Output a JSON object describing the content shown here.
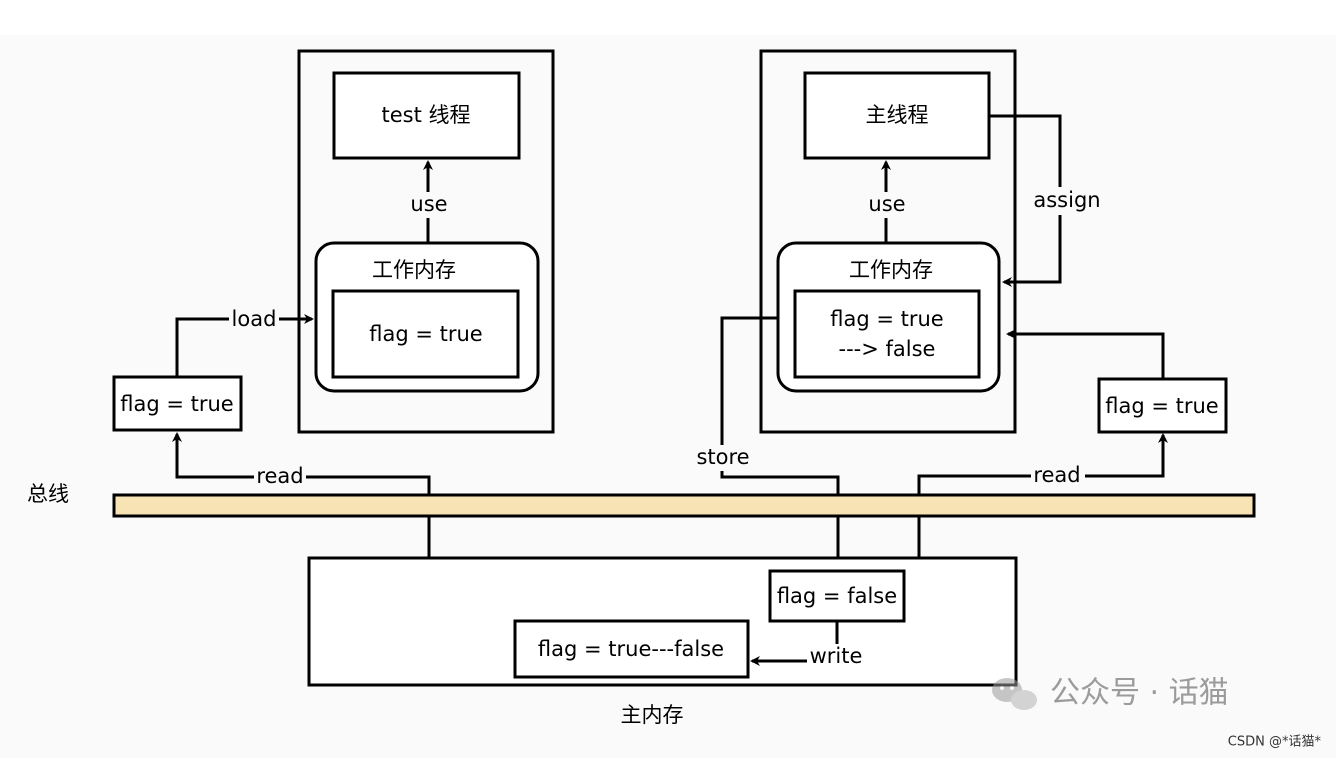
{
  "bus_label": "总线",
  "main_memory_label": "主内存",
  "threads": [
    {
      "title": "test 线程",
      "work_memory_label": "工作内存",
      "work_memory_value": [
        "flag = true"
      ],
      "use_label": "use"
    },
    {
      "title": "主线程",
      "work_memory_label": "工作内存",
      "work_memory_value": [
        "flag = true",
        "---> false"
      ],
      "use_label": "use"
    }
  ],
  "edges": {
    "load": "load",
    "read_left": "read",
    "read_right": "read",
    "store": "store",
    "assign": "assign",
    "write": "write"
  },
  "copies": {
    "left": "flag = true",
    "right": "flag = true"
  },
  "main_memory": {
    "incoming": "flag = false",
    "result": "flag = true---false"
  },
  "watermark": {
    "brand": "公众号 · 话猫",
    "credit": "CSDN @*话猫*"
  },
  "colors": {
    "bus_fill": "#f7e3b3",
    "line": "#000000",
    "background": "#fafafa"
  }
}
